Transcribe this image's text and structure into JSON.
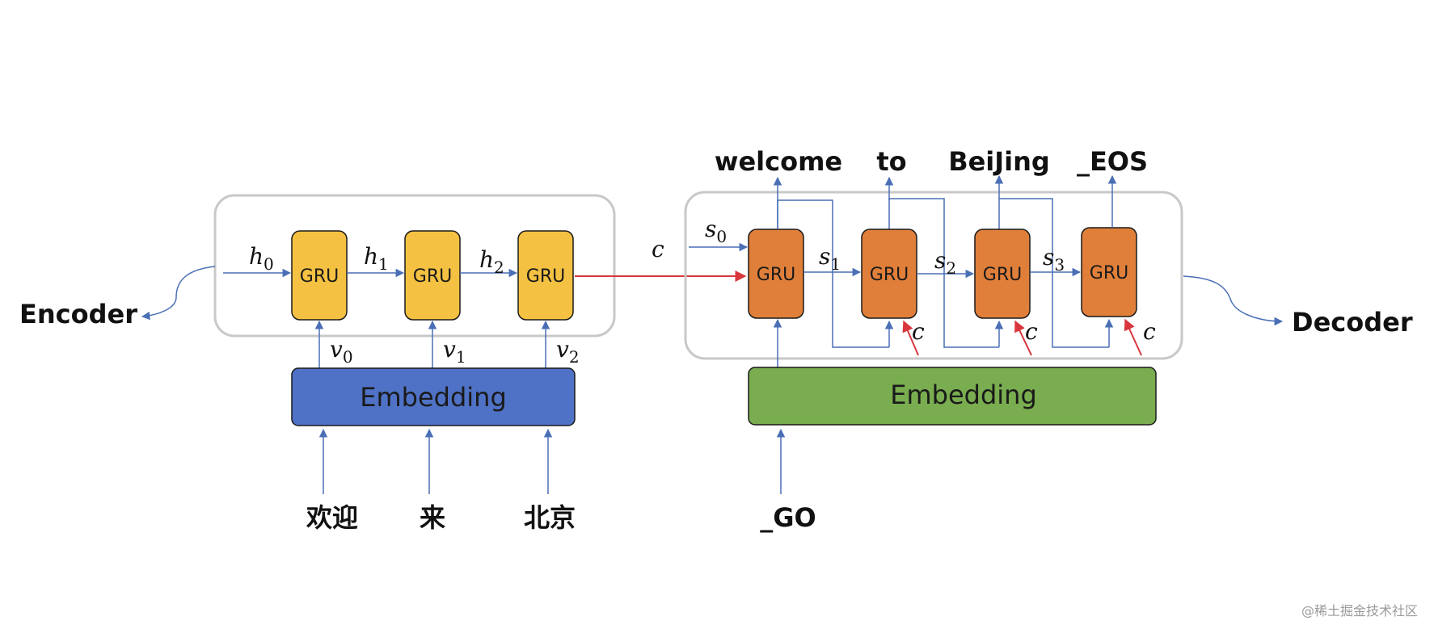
{
  "encoder": {
    "label": "Encoder",
    "gru_label": "GRU",
    "embedding_label": "Embedding",
    "inputs": [
      "欢迎",
      "来",
      "北京"
    ],
    "hidden_states": [
      {
        "base": "h",
        "sub": "0"
      },
      {
        "base": "h",
        "sub": "1"
      },
      {
        "base": "h",
        "sub": "2"
      }
    ],
    "embedding_vectors": [
      {
        "base": "v",
        "sub": "0"
      },
      {
        "base": "v",
        "sub": "1"
      },
      {
        "base": "v",
        "sub": "2"
      }
    ]
  },
  "context_label": "c",
  "decoder": {
    "label": "Decoder",
    "gru_label": "GRU",
    "embedding_label": "Embedding",
    "input": "_GO",
    "outputs": [
      "welcome",
      "to",
      "BeiJing",
      "_EOS"
    ],
    "states": [
      {
        "base": "s",
        "sub": "0"
      },
      {
        "base": "s",
        "sub": "1"
      },
      {
        "base": "s",
        "sub": "2"
      },
      {
        "base": "s",
        "sub": "3"
      }
    ],
    "context_inputs": [
      "c",
      "c",
      "c"
    ]
  },
  "colors": {
    "encoder_gru": "#f4c142",
    "decoder_gru": "#e07f3a",
    "encoder_embedding": "#4f72c6",
    "decoder_embedding": "#79ad4f",
    "arrow_blue": "#4a6fb5",
    "arrow_red": "#d9363e",
    "container_border": "#c8c8c8"
  },
  "watermark": "@稀土掘金技术社区"
}
